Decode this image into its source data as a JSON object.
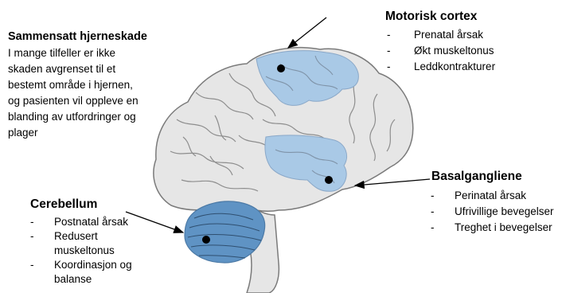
{
  "intro": {
    "title": "Sammensatt hjerneskade",
    "lines": [
      "I mange tilfeller er ikke",
      "skaden avgrenset til et",
      "bestemt område i hjernen,",
      "og pasienten vil oppleve en",
      "blanding av utfordringer og",
      "plager"
    ]
  },
  "motor_cortex": {
    "title": "Motorisk cortex",
    "items": [
      "Prenatal årsak",
      "Økt muskeltonus",
      "Leddkontrakturer"
    ]
  },
  "basal_ganglia": {
    "title": "Basalgangliene",
    "items": [
      "Perinatal årsak",
      "Ufrivillige bevegelser",
      "Treghet i bevegelser"
    ]
  },
  "cerebellum": {
    "title": "Cerebellum",
    "items": [
      "Postnatal årsak",
      "Redusert",
      "muskeltonus",
      "Koordinasjon og",
      "balanse"
    ]
  },
  "bullet_marker": "-",
  "colors": {
    "brain_fill": "#e6e6e6",
    "brain_outline": "#7a7a7a",
    "region_fill": "#a9c9e6",
    "cerebellum_fill": "#5f93c4",
    "dot": "#000000"
  }
}
